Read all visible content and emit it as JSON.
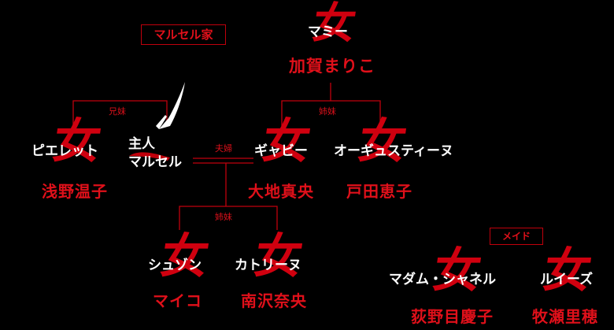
{
  "glyph": "女",
  "colors": {
    "background": "#000000",
    "accent": "#d0000f",
    "text": "#ffffff"
  },
  "family_label": "マルセル家",
  "maid_label": "メイド",
  "relations": {
    "siblings_brother_sister": "兄妹",
    "sisters_top": "姉妹",
    "couple": "夫婦",
    "sisters_bottom": "姉妹"
  },
  "people": {
    "mamy": {
      "role": "マミー",
      "actor": "加賀まりこ"
    },
    "pierrette": {
      "role": "ピエレット",
      "actor": "浅野温子"
    },
    "marcel": {
      "role_line1": "主人",
      "role_line2": "マルセル"
    },
    "gaby": {
      "role": "ギャビー",
      "actor": "大地真央"
    },
    "augustine": {
      "role": "オーギュスティーヌ",
      "actor": "戸田恵子"
    },
    "suzon": {
      "role": "シュゾン",
      "actor": "マイコ"
    },
    "catherine": {
      "role": "カトリーヌ",
      "actor": "南沢奈央"
    },
    "chanel": {
      "role": "マダム・シャネル",
      "actor": "荻野目慶子"
    },
    "louise": {
      "role": "ルイーズ",
      "actor": "牧瀬里穂"
    }
  }
}
